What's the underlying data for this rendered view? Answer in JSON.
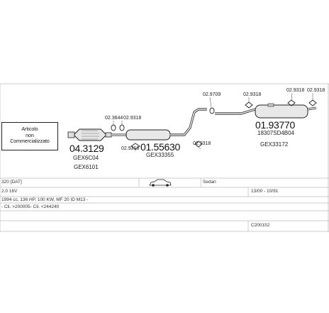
{
  "notice": {
    "line1": "Articolo",
    "line2": "non",
    "line3": "Commercializzato"
  },
  "parts": {
    "front_cat_number": "04.3129",
    "front_cat_ref": "GEX6C04",
    "front_cat_ref2": "GEX6101",
    "middle_number": "01.55630",
    "middle_ref": "GEX33355",
    "rear_number": "01.93770",
    "rear_ref": "18307SD4B04",
    "rear_ref2": "GEX33172"
  },
  "fittings": {
    "f1": "02.3644",
    "f2": "02.9318",
    "f3": "02.9318",
    "f4": "02.9318",
    "f5": "02.9709",
    "f6": "02.9318",
    "f7": "02.9318"
  },
  "table": {
    "model": "320 [DAT]",
    "body": "Sedan",
    "engine": "2.0 16V",
    "years": "13/00 - 10/91",
    "spec": "1994 cc, 136 HP, 100 KW, MF 20 ID M13 -",
    "mileage": "- Cli. >200005- Cli. <244240",
    "catalog_code": "C200152"
  }
}
